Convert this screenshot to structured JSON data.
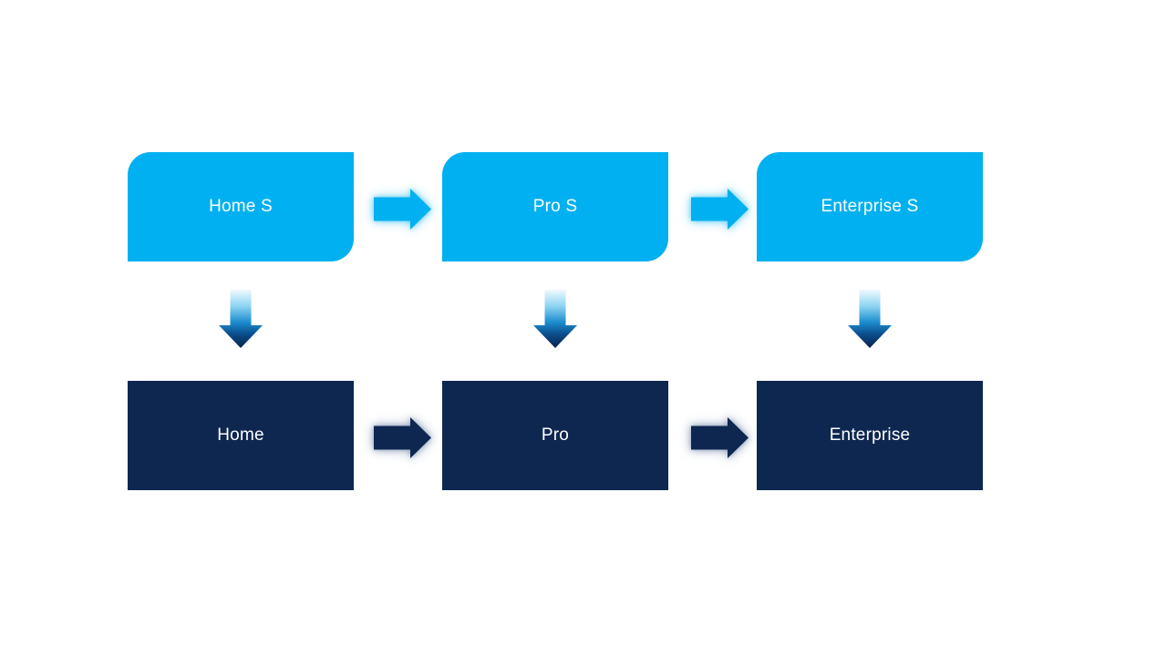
{
  "diagram": {
    "columns": [
      {
        "top_label": "Home S",
        "bottom_label": "Home"
      },
      {
        "top_label": "Pro S",
        "bottom_label": "Pro"
      },
      {
        "top_label": "Enterprise S",
        "bottom_label": "Enterprise"
      }
    ]
  },
  "icons": {
    "right_arrow": "right-arrow-icon",
    "down_arrow": "down-arrow-icon"
  },
  "colors": {
    "background": "#FFFFFF",
    "light_blue": "#00B0F0",
    "dark_navy": "#0D2750",
    "label_text": "#FFFFFF",
    "down_arrow_gradient_top": "#F0F9FE",
    "down_arrow_gradient_upper": "#8ED4F2",
    "down_arrow_gradient_mid": "#1E8FD0",
    "down_arrow_gradient_lower": "#0A4E8E",
    "down_arrow_gradient_bottom": "#0A2248",
    "top_arrow_glow": "rgba(0,176,240,0.45)",
    "bottom_arrow_glow": "rgba(96,120,158,0.55)"
  }
}
